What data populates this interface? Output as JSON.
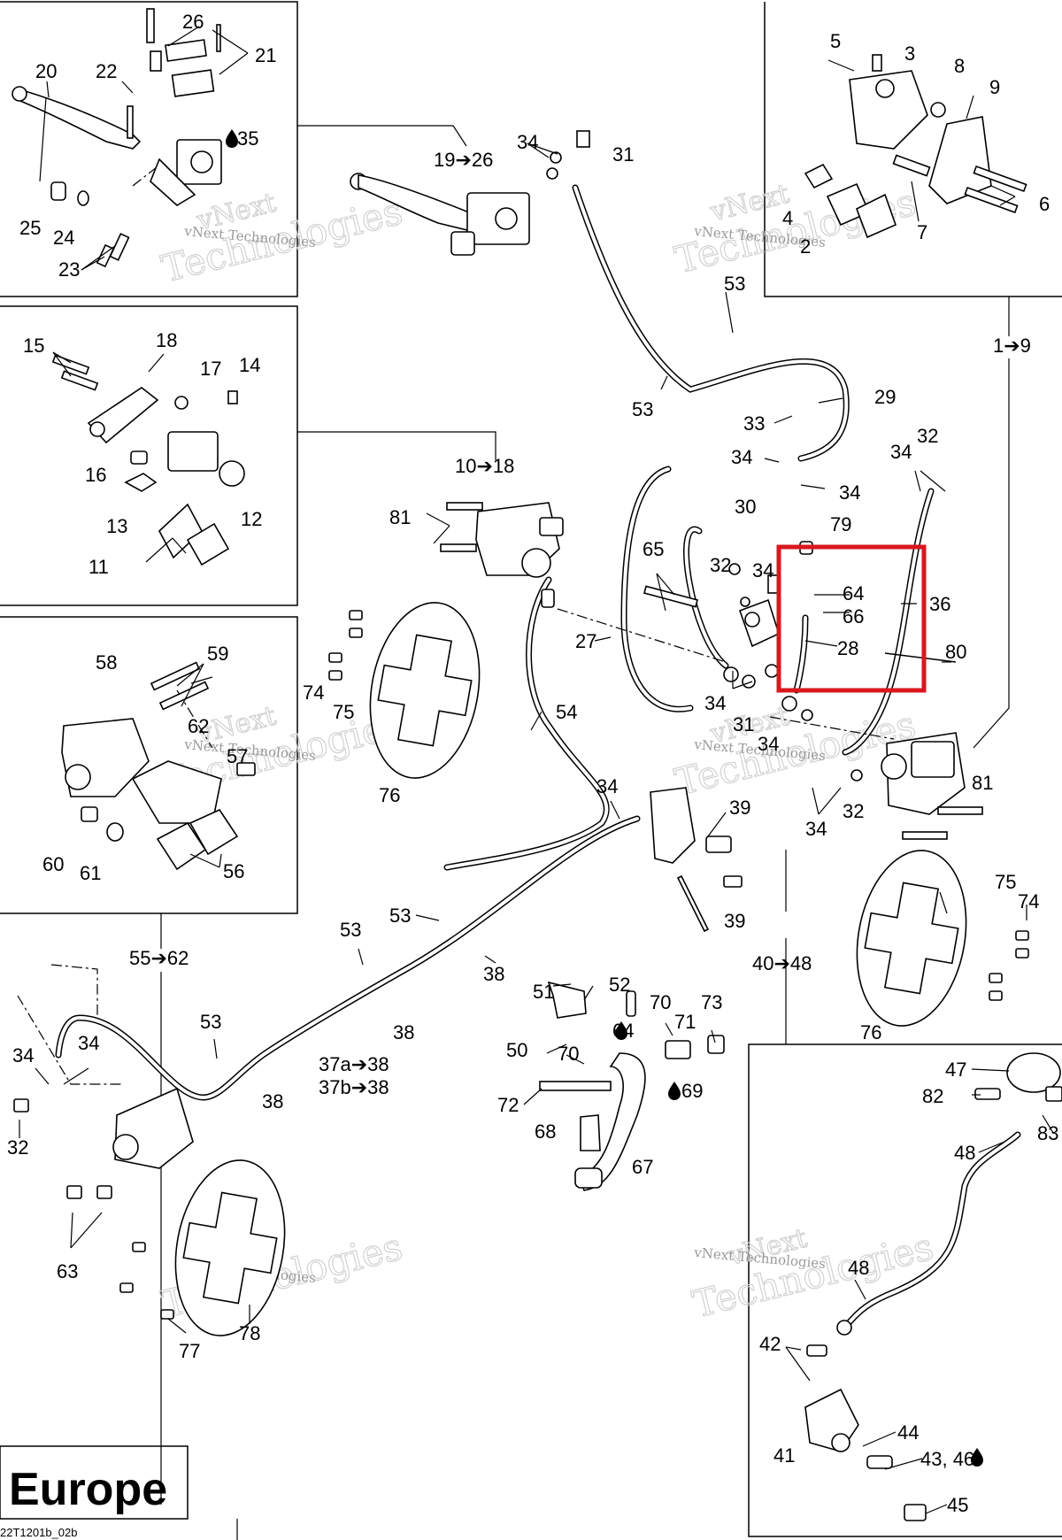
{
  "diagram": {
    "region_label": "Europe",
    "footer_code": "22T1201b_02b",
    "watermark": {
      "line1": "vNext",
      "line2": "Technologies",
      "caption": "vNext Technologies"
    },
    "highlight_color": "#d9171e",
    "callouts": {
      "p20": "20",
      "p22": "22",
      "p26": "26",
      "p21": "21",
      "p35": "35",
      "p25": "25",
      "p24": "24",
      "p23": "23",
      "r19_26": "19➔26",
      "p34a": "34",
      "p31a": "31",
      "p53a": "53",
      "p53b": "53",
      "p29": "29",
      "p33": "33",
      "p34b": "34",
      "p34c": "34",
      "p5": "5",
      "p3": "3",
      "p8": "8",
      "p9": "9",
      "p4": "4",
      "p2": "2",
      "p6": "6",
      "p7": "7",
      "p53c": "53",
      "r1_9": "1➔9",
      "p15": "15",
      "p18": "18",
      "p17": "17",
      "p14": "14",
      "p16": "16",
      "p13": "13",
      "p12": "12",
      "p11": "11",
      "r10_18": "10➔18",
      "p81a": "81",
      "p30": "30",
      "p79": "79",
      "p32a": "32",
      "p34d": "34",
      "p32b": "32",
      "p34e": "34",
      "p65": "65",
      "p64a": "64",
      "p66": "66",
      "p28": "28",
      "p36": "36",
      "p80": "80",
      "p27": "27",
      "p34f": "34",
      "p31b": "31",
      "p34g": "34",
      "p54": "54",
      "p74a": "74",
      "p75a": "75",
      "p76a": "76",
      "p58": "58",
      "p59": "59",
      "p62": "62",
      "p57": "57",
      "p60": "60",
      "p61": "61",
      "p56": "56",
      "p34h": "34",
      "p39a": "39",
      "p34i": "34",
      "p32c": "32",
      "p81b": "81",
      "p39b": "39",
      "r40_48": "40➔48",
      "p75b": "75",
      "p74b": "74",
      "p76b": "76",
      "r55_62": "55➔62",
      "p53d": "53",
      "p53e": "53",
      "p38a": "38",
      "p38b": "38",
      "p51": "51",
      "p52": "52",
      "p50": "50",
      "p64b": "64",
      "p70a": "70",
      "p71": "71",
      "p73": "73",
      "p70b": "70",
      "p69": "69",
      "p72": "72",
      "p68": "68",
      "p67": "67",
      "p53f": "53",
      "p34j": "34",
      "p34k": "34",
      "p37a": "37a➔38",
      "p37b": "37b➔38",
      "p38c": "38",
      "p32d": "32",
      "p63": "63",
      "p77": "77",
      "p78": "78",
      "p47": "47",
      "p82": "82",
      "p83": "83",
      "p48a": "48",
      "p48b": "48",
      "p42": "42",
      "p44": "44",
      "p41": "41",
      "p43": "43, 46",
      "p45": "45"
    }
  }
}
